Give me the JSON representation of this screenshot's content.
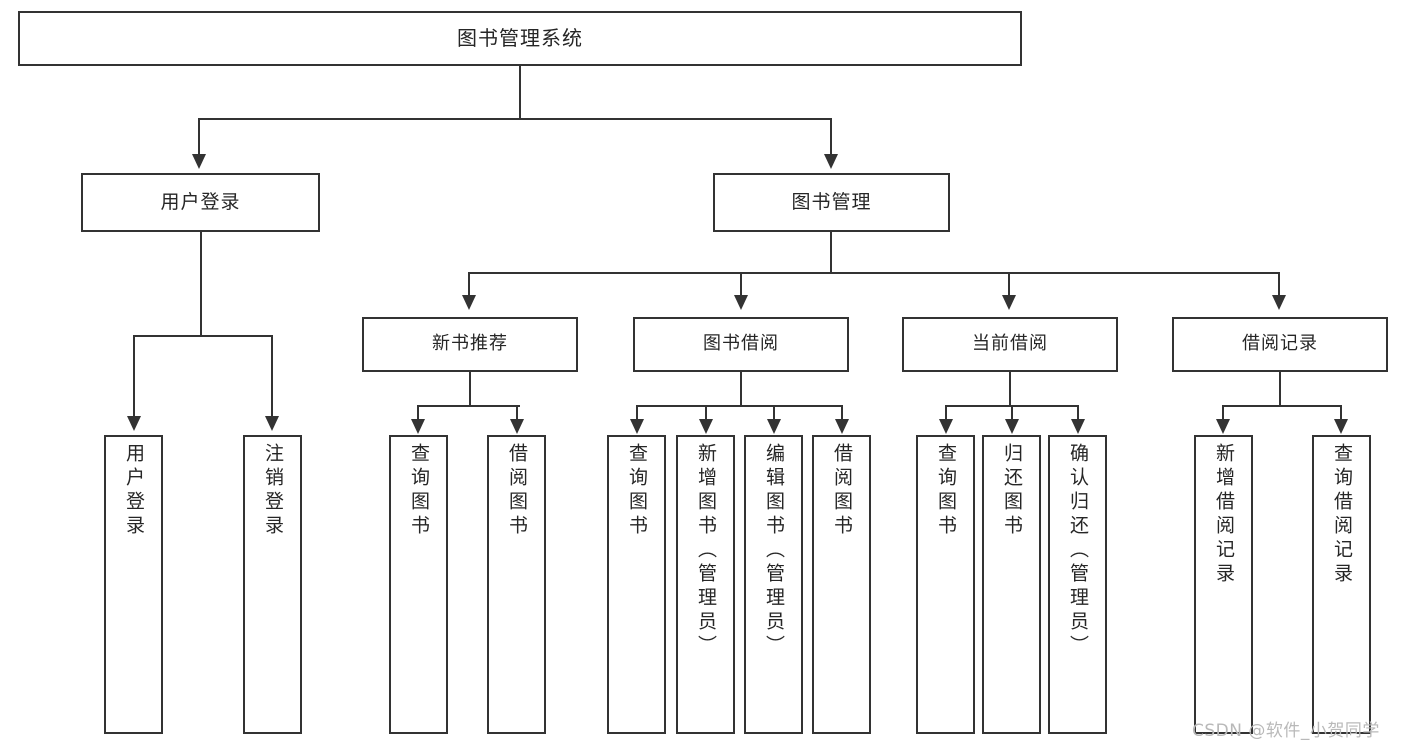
{
  "diagram": {
    "type": "tree",
    "title": "图书管理系统",
    "root": {
      "label": "图书管理系统"
    },
    "level1": [
      {
        "label": "用户登录"
      },
      {
        "label": "图书管理"
      }
    ],
    "level2": [
      {
        "label": "新书推荐"
      },
      {
        "label": "图书借阅"
      },
      {
        "label": "当前借阅"
      },
      {
        "label": "借阅记录"
      }
    ],
    "leaves": {
      "user_login": [
        {
          "label": "用户登录"
        },
        {
          "label": "注销登录"
        }
      ],
      "new_book_recommend": [
        {
          "label": "查询图书"
        },
        {
          "label": "借阅图书"
        }
      ],
      "book_borrow": [
        {
          "label": "查询图书"
        },
        {
          "label": "新增图书（管理员）"
        },
        {
          "label": "编辑图书（管理员）"
        },
        {
          "label": "借阅图书"
        }
      ],
      "current_borrow": [
        {
          "label": "查询图书"
        },
        {
          "label": "归还图书"
        },
        {
          "label": "确认归还（管理员）"
        }
      ],
      "borrow_record": [
        {
          "label": "新增借阅记录"
        },
        {
          "label": "查询借阅记录"
        }
      ]
    }
  },
  "watermark": {
    "text": "CSDN @软件_小贺同学"
  },
  "colors": {
    "border": "#333333",
    "text": "#262626",
    "background": "#ffffff",
    "watermark": "#b9b9b9"
  }
}
